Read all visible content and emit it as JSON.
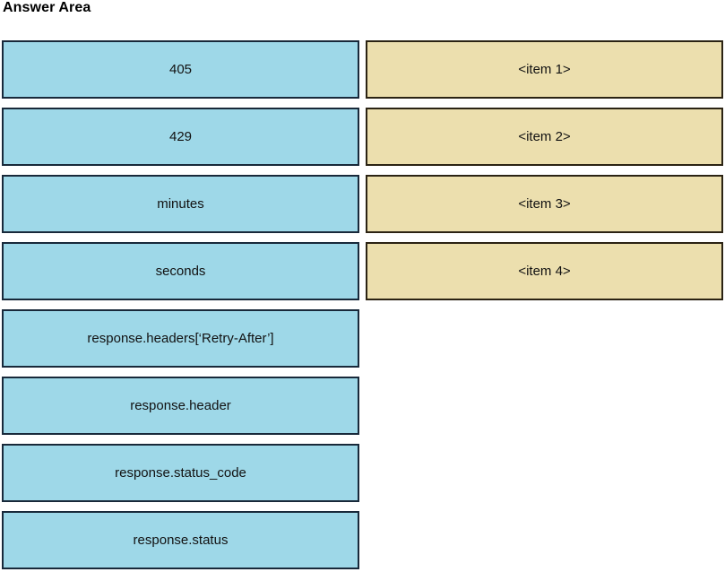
{
  "header": {
    "title": "Answer Area"
  },
  "colors": {
    "source_fill": "#9ed8e8",
    "source_border": "#18293a",
    "target_fill": "#ecdfae",
    "target_border": "#2b2313",
    "page_background": "#ffffff",
    "text": "#121212"
  },
  "source_column": {
    "name": "drag-source-options",
    "options": [
      {
        "label": "405"
      },
      {
        "label": "429"
      },
      {
        "label": "minutes"
      },
      {
        "label": "seconds"
      },
      {
        "label": "response.headers[‘Retry-After’]"
      },
      {
        "label": "response.header"
      },
      {
        "label": "response.status_code"
      },
      {
        "label": "response.status"
      }
    ]
  },
  "target_column": {
    "name": "drop-target-slots",
    "slots": [
      {
        "label": "<item 1>"
      },
      {
        "label": "<item 2>"
      },
      {
        "label": "<item 3>"
      },
      {
        "label": "<item 4>"
      }
    ]
  }
}
